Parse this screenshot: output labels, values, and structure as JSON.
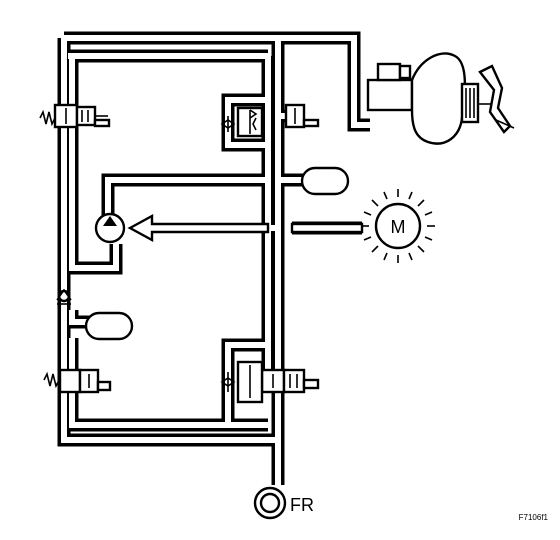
{
  "labels": {
    "motor": "M",
    "wheel": "FR",
    "figure_code": "F7106f1"
  }
}
